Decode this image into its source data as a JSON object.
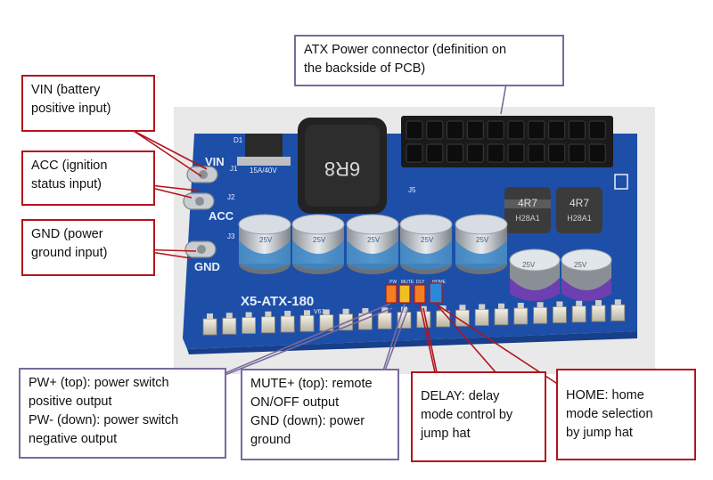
{
  "colors": {
    "pcb": "#1d4fa8",
    "pcb_dark": "#173f8a",
    "silkscreen": "#e8eef8",
    "callout_red": "#b3141c",
    "callout_purple": "#7a6a9c",
    "capacitor_blue": "#3a86c8",
    "capacitor_purple": "#6e3fb0",
    "jumper_yellow": "#f0c020",
    "jumper_orange": "#f08020",
    "jumper_blue": "#2a8ad8"
  },
  "board": {
    "silk_vin": "VIN",
    "silk_acc": "ACC",
    "silk_gnd": "GND",
    "silk_j1": "J1",
    "silk_j2": "J2",
    "silk_j3": "J3",
    "silk_j5": "J5",
    "silk_d1": "D1",
    "silk_fuse": "15A/40V",
    "inductor_label": "6R8",
    "model_label": "X5-ATX-180",
    "version_label": "V61",
    "small_inductor_1": "4R7",
    "small_inductor_2": "4R7",
    "small_inductor_sub": "H28A1",
    "cap_label": "25V",
    "jumper_labels": [
      "PW",
      "MUTE",
      "DLY",
      "HOME"
    ]
  },
  "callouts": {
    "atx": [
      "ATX Power connector (definition on",
      "the backside of PCB)"
    ],
    "vin": [
      "VIN (battery",
      "positive input)"
    ],
    "acc": [
      "ACC (ignition",
      "status input)"
    ],
    "gnd": [
      "GND (power",
      "ground input)"
    ],
    "pw": [
      "PW+ (top): power switch",
      "positive output",
      "PW- (down): power switch",
      "negative output"
    ],
    "mute": [
      "MUTE+ (top): remote",
      "ON/OFF output",
      "GND (down): power",
      "ground"
    ],
    "delay": [
      "DELAY: delay",
      "mode control by",
      "jump hat"
    ],
    "home": [
      "HOME: home",
      "mode selection",
      "by jump hat"
    ]
  }
}
